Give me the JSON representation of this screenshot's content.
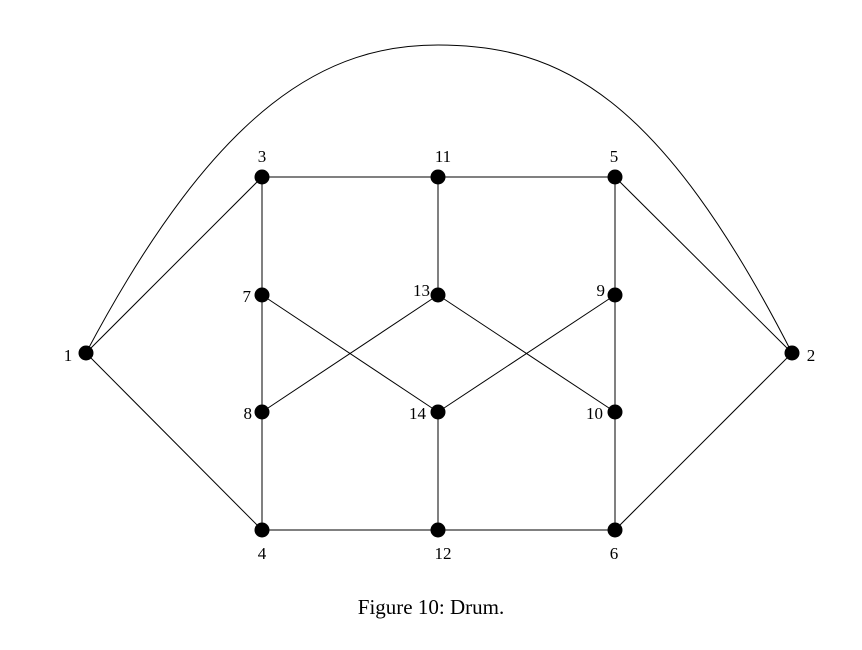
{
  "figure": {
    "caption": "Figure 10:  Drum.",
    "nodes": [
      {
        "id": "1",
        "label": "1"
      },
      {
        "id": "2",
        "label": "2"
      },
      {
        "id": "3",
        "label": "3"
      },
      {
        "id": "4",
        "label": "4"
      },
      {
        "id": "5",
        "label": "5"
      },
      {
        "id": "6",
        "label": "6"
      },
      {
        "id": "7",
        "label": "7"
      },
      {
        "id": "8",
        "label": "8"
      },
      {
        "id": "9",
        "label": "9"
      },
      {
        "id": "10",
        "label": "10"
      },
      {
        "id": "11",
        "label": "11"
      },
      {
        "id": "12",
        "label": "12"
      },
      {
        "id": "13",
        "label": "13"
      },
      {
        "id": "14",
        "label": "14"
      }
    ],
    "edges": [
      [
        "1",
        "2"
      ],
      [
        "1",
        "3"
      ],
      [
        "1",
        "4"
      ],
      [
        "2",
        "5"
      ],
      [
        "2",
        "6"
      ],
      [
        "3",
        "11"
      ],
      [
        "11",
        "5"
      ],
      [
        "4",
        "12"
      ],
      [
        "12",
        "6"
      ],
      [
        "3",
        "7"
      ],
      [
        "7",
        "8"
      ],
      [
        "8",
        "4"
      ],
      [
        "5",
        "9"
      ],
      [
        "9",
        "10"
      ],
      [
        "10",
        "6"
      ],
      [
        "11",
        "13"
      ],
      [
        "13",
        "8"
      ],
      [
        "13",
        "10"
      ],
      [
        "7",
        "14"
      ],
      [
        "9",
        "14"
      ],
      [
        "14",
        "12"
      ]
    ]
  }
}
